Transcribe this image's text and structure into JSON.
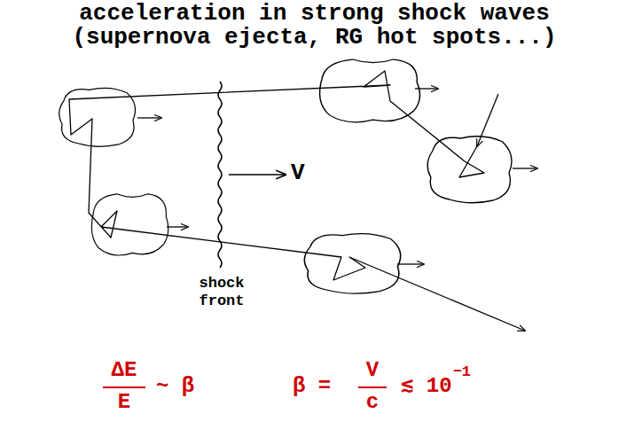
{
  "diagram": {
    "title": "acceleration in strong shock waves (supernova ejecta, RG hot spots...)",
    "labels": [
      "V",
      "shock front",
      "ΔE",
      "E",
      "~ β",
      "β =",
      "V",
      "c",
      "≲ 10",
      "−1"
    ]
  }
}
